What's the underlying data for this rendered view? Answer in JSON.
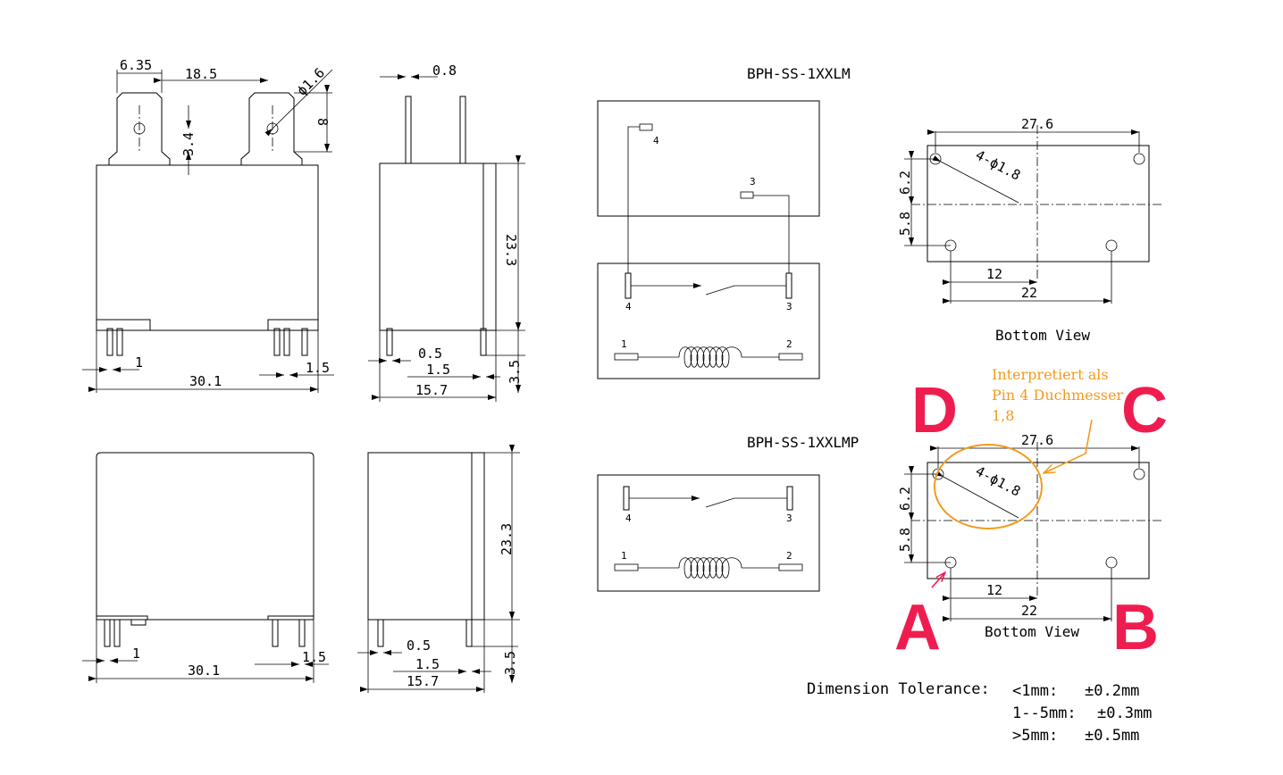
{
  "titles": {
    "model_lm": "BPH-SS-1XXLM",
    "model_lmp": "BPH-SS-1XXLMP",
    "bottom_view": "Bottom View"
  },
  "dimensions": {
    "d6_35": "6.35",
    "d18_5": "18.5",
    "phi1_6": "ϕ1.6",
    "d8": "8",
    "d3_4": "3.4",
    "d0_8": "0.8",
    "d23_3": "23.3",
    "d1": "1",
    "d1_5": "1.5",
    "d30_1": "30.1",
    "d0_5": "0.5",
    "d15_7": "15.7",
    "d3_5": "3.5",
    "d27_6": "27.6",
    "holes": "4-ϕ1.8",
    "d6_2": "6.2",
    "d5_8": "5.8",
    "d12": "12",
    "d22": "22"
  },
  "pins": {
    "p1": "1",
    "p2": "2",
    "p3": "3",
    "p4": "4"
  },
  "tolerance": {
    "heading": "Dimension Tolerance:",
    "row1_range": "<1mm:",
    "row1_value": "±0.2mm",
    "row2_range": "1--5mm:",
    "row2_value": "±0.3mm",
    "row3_range": ">5mm:",
    "row3_value": "±0.5mm"
  },
  "annotation": {
    "line1": "Interpretiert als",
    "line2": "Pin 4 Duchmesser",
    "line3": "1,8",
    "color": "#f39a1e"
  },
  "markers": {
    "a": "A",
    "b": "B",
    "c": "C",
    "d": "D",
    "color": "#ef1d4f"
  }
}
